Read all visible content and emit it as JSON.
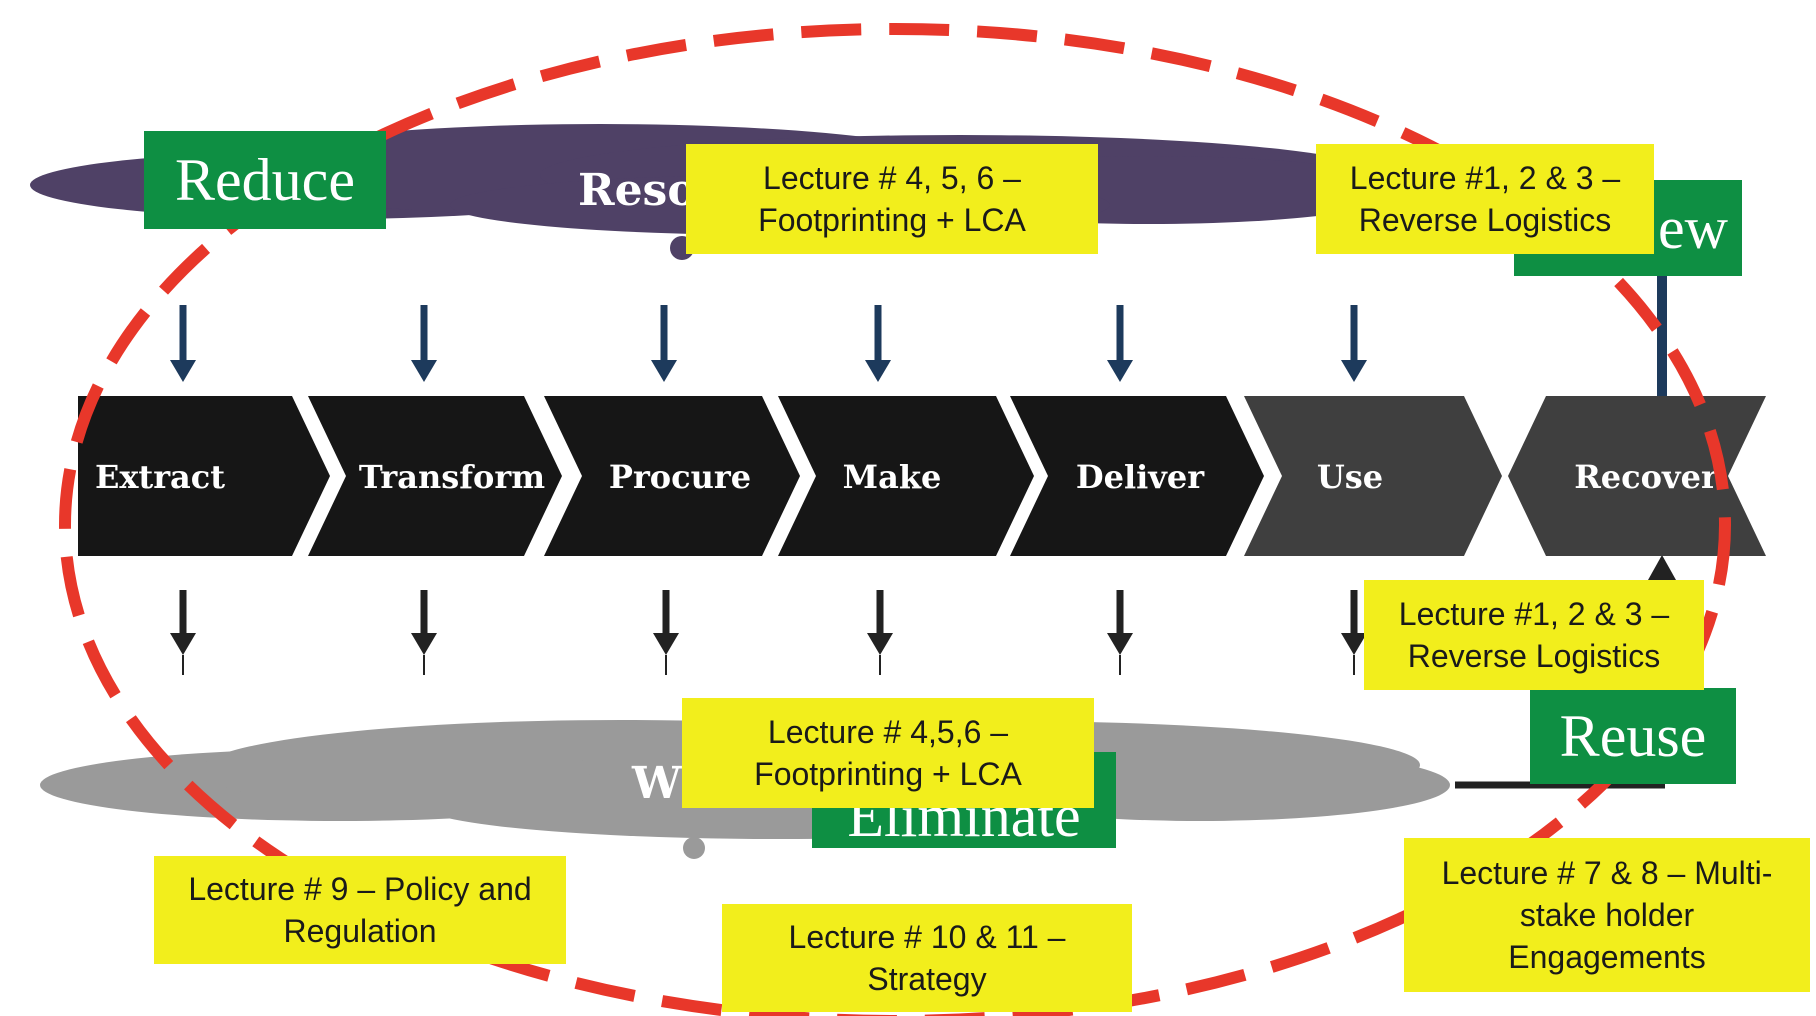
{
  "stages": [
    "Extract",
    "Transform",
    "Procure",
    "Make",
    "Deliver",
    "Use",
    "Recover"
  ],
  "clouds": {
    "top_label": "Reso",
    "bottom_label": "W"
  },
  "strategies": {
    "reduce": "Reduce",
    "renew": "ew",
    "reuse": "Reuse",
    "eliminate": "Eliminate"
  },
  "lectures": {
    "footprint_top": "Lecture # 4, 5, 6 –\nFootprinting + LCA",
    "reverse_top": "Lecture #1, 2 & 3 –\nReverse Logistics",
    "reverse_mid": "Lecture #1, 2 & 3 –\nReverse Logistics",
    "footprint_bottom": "Lecture # 4,5,6 –\nFootprinting + LCA",
    "policy": "Lecture # 9 – Policy and\nRegulation",
    "strategy": "Lecture # 10 & 11 –\nStrategy",
    "stakeholder": "Lecture # 7 & 8 – Multi-\nstake holder\nEngagements"
  },
  "colors": {
    "chevron_dark": "#161616",
    "chevron_grey": "#3f3f3f",
    "cloud_purple": "#4f4166",
    "cloud_grey": "#9a9a9a",
    "dashed_loop": "#e8372a",
    "arrow_blue": "#1d3a5c",
    "green": "#0e8f43",
    "yellow": "#f2ee1c"
  }
}
